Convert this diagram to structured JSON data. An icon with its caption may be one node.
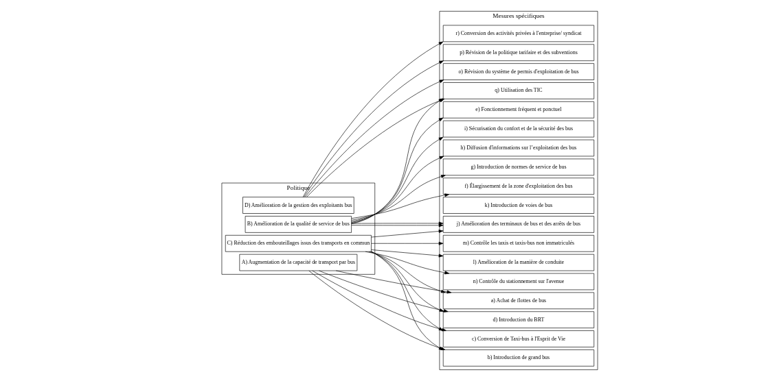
{
  "diagram": {
    "nodes": [
      {
        "text": [
          "Politique"
        ]
      },
      {
        "text": [
          "A) Augmentation de la capacité de transport par bus"
        ],
        "in": 0
      },
      {
        "text": [
          "B) Amélioration de la qualité de service de bus"
        ],
        "in": 0
      },
      {
        "text": [
          "C) Réduction des embouteillages issus des transports en commun"
        ],
        "in": 0
      },
      {
        "text": [
          "D) Amélioration de la gestion des exploitants bus"
        ],
        "in": 0
      },
      {
        "text": [
          "Mesures spécifiques"
        ]
      },
      {
        "text": [
          "a) Achat de flottes de bus"
        ],
        "in": 5
      },
      {
        "text": [
          "b) Introduction de grand bus"
        ],
        "in": 5
      },
      {
        "text": [
          "c) Conversion de Taxi-bus à l'Esprit de Vie"
        ],
        "in": 5
      },
      {
        "text": [
          "d) Introduction du BRT"
        ],
        "in": 5
      },
      {
        "text": [
          "e) Fonctionnement fréquent et ponctuel"
        ],
        "in": 5
      },
      {
        "text": [
          "f) Élargissement de la zone d'exploitation des bus"
        ],
        "in": 5
      },
      {
        "text": [
          "g) Introduction de normes de service de bus"
        ],
        "in": 5
      },
      {
        "text": [
          "h) Diffusion d'informations sur l’exploitation des bus"
        ],
        "in": 5
      },
      {
        "text": [
          "i) Sécurisation du confort et de la sécurité des bus"
        ],
        "in": 5
      },
      {
        "text": [
          "j) Amélioration des terminaux de bus et des arrêts de bus"
        ],
        "in": 5
      },
      {
        "text": [
          "k) Introduction de voies de bus"
        ],
        "in": 5
      },
      {
        "text": [
          "l) Amélioration de la manière de conduite"
        ],
        "in": 5
      },
      {
        "text": [
          "m) Contrôle les taxis et taxis-bus non immatriculés"
        ],
        "in": 5
      },
      {
        "text": [
          "n) Contrôle du stationnement sur l'avenue"
        ],
        "in": 5
      },
      {
        "text": [
          "o) Révision du système de permis d'exploitation de bus"
        ],
        "in": 5
      },
      {
        "text": [
          "p) Révision de la politique tarifaire et des subventions"
        ],
        "in": 5
      },
      {
        "text": [
          "q) Utilisation des TIC"
        ],
        "in": 5
      },
      {
        "text": [
          "r) Conversion des activités privées à l'entreprise/ syndicat"
        ],
        "in": 5
      }
    ],
    "edges": [
      {
        "from": 1,
        "to": 6,
        "arrow": "to"
      },
      {
        "from": 1,
        "to": 7,
        "arrow": "to"
      },
      {
        "from": 1,
        "to": 8,
        "arrow": "to"
      },
      {
        "from": 1,
        "to": 9,
        "arrow": "to"
      },
      {
        "from": 2,
        "to": 10,
        "arrow": "to"
      },
      {
        "from": 2,
        "to": 11,
        "arrow": "to"
      },
      {
        "from": 2,
        "to": 12,
        "arrow": "to"
      },
      {
        "from": 2,
        "to": 13,
        "arrow": "to"
      },
      {
        "from": 2,
        "to": 14,
        "arrow": "to"
      },
      {
        "from": 2,
        "to": 15,
        "arrow": "to"
      },
      {
        "from": 2,
        "to": 15,
        "arrow": "to"
      },
      {
        "from": 2,
        "to": 22,
        "arrow": "to"
      },
      {
        "from": 3,
        "to": 6,
        "arrow": "to"
      },
      {
        "from": 3,
        "to": 7,
        "arrow": "to"
      },
      {
        "from": 3,
        "to": 8,
        "arrow": "to"
      },
      {
        "from": 3,
        "to": 9,
        "arrow": "to"
      },
      {
        "from": 3,
        "to": 15,
        "arrow": "to"
      },
      {
        "from": 3,
        "to": 17,
        "arrow": "to"
      },
      {
        "from": 3,
        "to": 18,
        "arrow": "to"
      },
      {
        "from": 3,
        "to": 19,
        "arrow": "to"
      },
      {
        "from": 4,
        "to": 20,
        "arrow": "to"
      },
      {
        "from": 4,
        "to": 21,
        "arrow": "to"
      },
      {
        "from": 4,
        "to": 22,
        "arrow": "to"
      },
      {
        "from": 4,
        "to": 23,
        "arrow": "to"
      }
    ]
  }
}
